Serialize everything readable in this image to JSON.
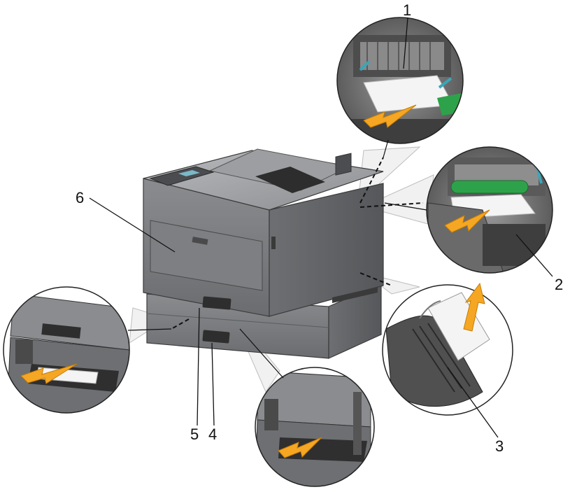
{
  "callouts": {
    "c1": "1",
    "c2": "2",
    "c3": "3",
    "c4": "4",
    "c5": "5",
    "c6": "6"
  },
  "colors": {
    "printer_body": "#7b7d80",
    "printer_dark": "#4d4f52",
    "printer_light": "#a7a9ac",
    "arrow": "#f5a623",
    "roller_green": "#2ea24a",
    "paper": "#f4f4f4"
  }
}
